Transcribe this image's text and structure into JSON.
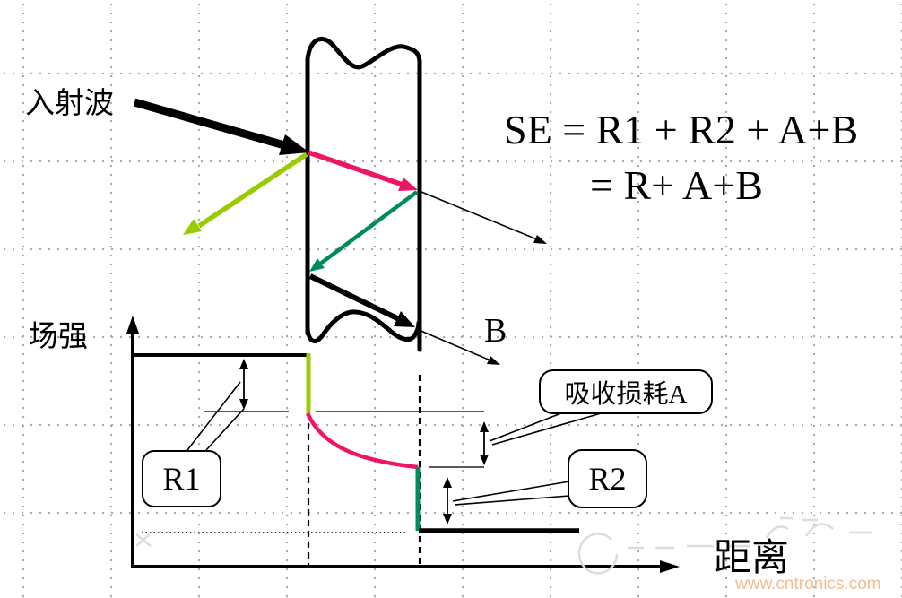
{
  "colors": {
    "green": "#99cc00",
    "pink": "#ee1566",
    "teal": "#008a60",
    "gridDot": "#a8a8a8",
    "watermarkOrange": "#f2bd93",
    "faint": "#dcdcdc"
  },
  "diagram": {
    "incident_wave_label": "入射波",
    "formula_line1": "SE = R1 + R2 + A+B",
    "formula_line2": "= R+ A+B",
    "b_label": "B"
  },
  "graph": {
    "y_axis_label": "场强",
    "x_axis_label": "距离",
    "callout_r1": "R1",
    "callout_absorption": "吸收损耗A",
    "callout_r2": "R2"
  },
  "footer": {
    "watermark": "www.cntronics.com"
  }
}
